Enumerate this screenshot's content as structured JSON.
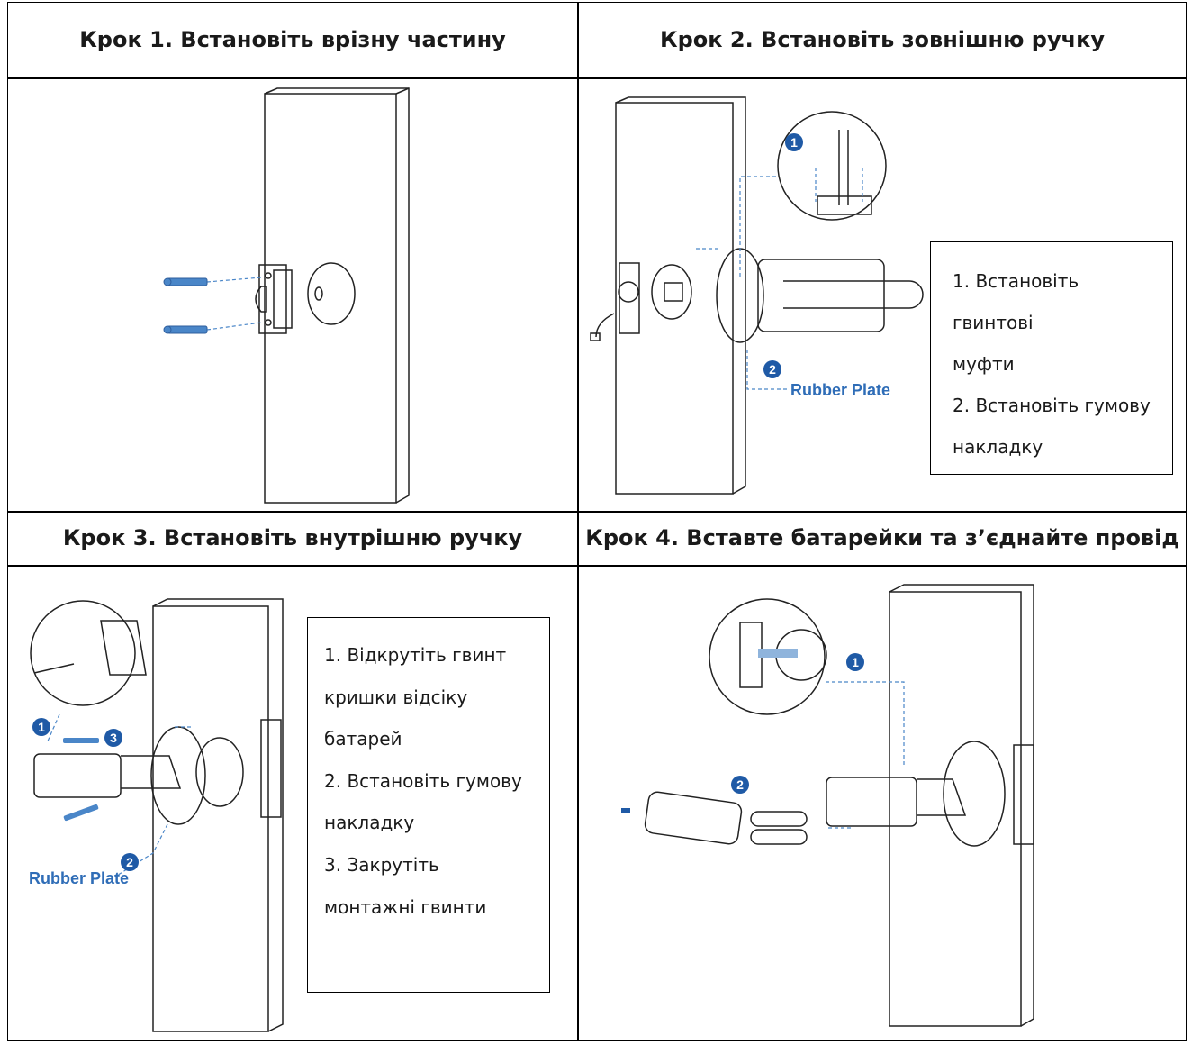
{
  "steps": [
    {
      "title": "Крок 1. Встановіть врізну частину"
    },
    {
      "title": "Крок 2. Встановіть зовнішню ручку",
      "notes": [
        "1. Встановіть гвинтові",
        "муфти",
        "2. Встановіть гумову",
        "накладку"
      ],
      "label": "Rubber Plate"
    },
    {
      "title": "Крок 3. Встановіть внутрішню ручку",
      "notes": [
        "1. Відкрутіть гвинт",
        "кришки відсіку",
        "батарей",
        "2. Встановіть гумову",
        "накладку",
        "3. Закрутіть",
        "монтажні гвинти"
      ],
      "label": "Rubber Plate"
    },
    {
      "title": "Крок 4. Вставте батарейки та з’єднайте провід"
    }
  ],
  "callouts": {
    "one": "1",
    "two": "2",
    "three": "3"
  },
  "colors": {
    "accent": "#1f5aa6",
    "line": "#000000",
    "dash": "#4a86c8"
  }
}
